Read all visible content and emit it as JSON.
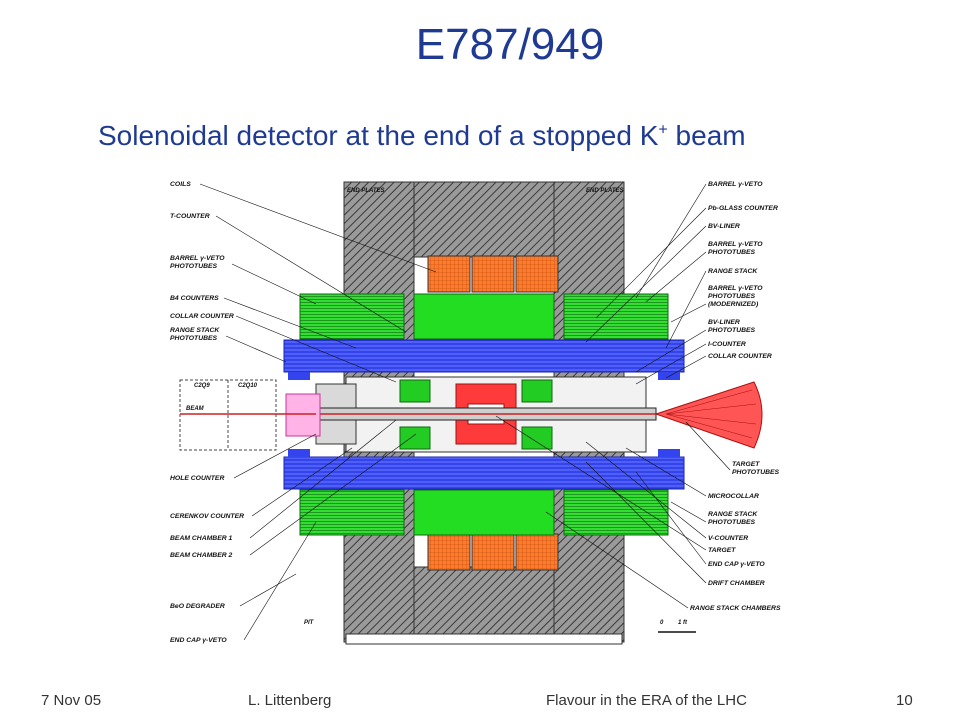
{
  "slide": {
    "title": "E787/949",
    "subtitle_main": "Solenoidal detector at the end of a stopped K",
    "subtitle_sup": "+",
    "subtitle_tail": " beam"
  },
  "diagram": {
    "left_labels": [
      "COILS",
      "T-COUNTER",
      "BARREL γ-VETO",
      "PHOTOTUBES",
      "B4 COUNTERS",
      "COLLAR COUNTER",
      "RANGE STACK",
      "PHOTOTUBES",
      "HOLE COUNTER",
      "CERENKOV COUNTER",
      "BEAM CHAMBER  1",
      "BEAM CHAMBER  2",
      "BeO DEGRADER",
      "END CAP γ-VETO"
    ],
    "right_labels": [
      "BARREL γ-VETO",
      "Pb-GLASS COUNTER",
      "BV-LINER",
      "BARREL γ-VETO",
      "PHOTOTUBES",
      "RANGE STACK",
      "BARREL γ-VETO",
      "PHOTOTUBES",
      "(MODERNIZED)",
      "BV-LINER",
      "PHOTOTUBES",
      "I-COUNTER",
      "COLLAR COUNTER",
      "TARGET",
      "PHOTOTUBES",
      "MICROCOLLAR",
      "RANGE STACK",
      "PHOTOTUBES",
      "V-COUNTER",
      "TARGET",
      "END CAP γ-VETO",
      "DRIFT CHAMBER",
      "RANGE STACK CHAMBERS"
    ],
    "end_plates_left": "END PLATES",
    "end_plates_right": "END PLATES",
    "c2q9": "C2Q9",
    "c2q10": "C2Q10",
    "beam": "BEAM",
    "pit": "PIT",
    "scale_0": "0",
    "scale_1": "1 ft"
  },
  "footer": {
    "date": "7 Nov 05",
    "author": "L. Littenberg",
    "event": "Flavour in the ERA of the LHC",
    "page": "10"
  }
}
